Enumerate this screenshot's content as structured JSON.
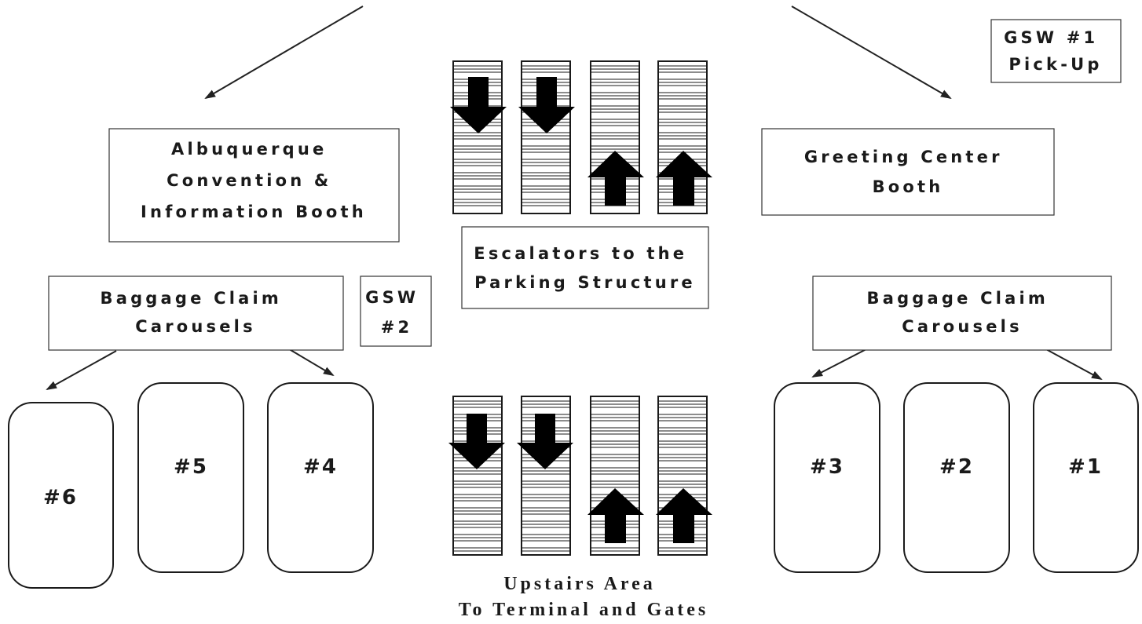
{
  "booths": {
    "albuquerque": [
      "Albuquerque",
      "Convention &",
      "Information Booth"
    ],
    "greeting": [
      "Greeting Center",
      "Booth"
    ],
    "gsw1": [
      "GSW #1",
      "Pick-Up"
    ],
    "gsw2": [
      "GSW",
      "#2"
    ]
  },
  "escalators": {
    "label": [
      "Escalators to the",
      "Parking Structure"
    ],
    "directions": [
      "down",
      "down",
      "up",
      "up"
    ]
  },
  "baggage_claim": {
    "left": [
      "Baggage Claim",
      "Carousels"
    ],
    "right": [
      "Baggage Claim",
      "Carousels"
    ]
  },
  "carousels": [
    "#6",
    "#5",
    "#4",
    "#3",
    "#2",
    "#1"
  ],
  "footer": [
    "Upstairs Area",
    "To Terminal and Gates"
  ]
}
